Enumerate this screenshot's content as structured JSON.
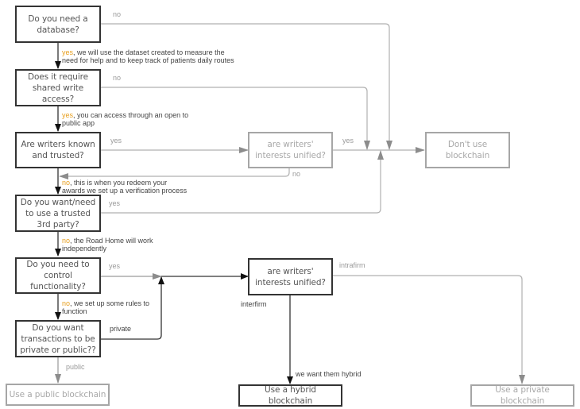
{
  "diagram": {
    "title": "Blockchain decision flowchart",
    "colors": {
      "dark_stroke": "#333333",
      "light_stroke": "#a6a6a6",
      "highlight": "#e8a020"
    },
    "nodes": {
      "need_database": "Do you need a database?",
      "shared_write": "Does it require shared write access?",
      "writers_known": "Are writers known and trusted?",
      "interests_unified_top": "are writers' interests unified?",
      "dont_use": "Don't use blockchain",
      "trusted_third": "Do you want/need to use a trusted 3rd party?",
      "control_func": "Do you need to control functionality?",
      "interests_unified_mid": "are writers' interests unified?",
      "private_public": "Do you want transactions to be private or public??",
      "public_bc": "Use a public blockchain",
      "hybrid_bc": "Use a hybrid blockchain",
      "private_bc": "Use a private blockchain"
    },
    "edge_labels": {
      "db_no": "no",
      "db_yes_kw": "yes",
      "db_yes_rest1": ", we will use the dataset created to measure the",
      "db_yes_rest2": "need for help and to keep track of patients daily routes",
      "sw_no": "no",
      "sw_yes_kw": "yes",
      "sw_yes_rest1": ", you can access through an open to",
      "sw_yes_rest2": "public app",
      "wk_yes": "yes",
      "iu_yes": "yes",
      "iu_no": "no",
      "wk_no_kw": "no",
      "wk_no_rest1": ", this is when you redeem your",
      "wk_no_rest2": "awards we set up a verification process",
      "tt_yes": "yes",
      "tt_no_kw": "no",
      "tt_no_rest1": ", the Road Home will work",
      "tt_no_rest2": "independently",
      "cf_yes": "yes",
      "cf_no_kw": "no",
      "cf_no_rest1": ", we set up some rules to",
      "cf_no_rest2": "function",
      "pp_private": "private",
      "pp_public": "public",
      "ium_intrafirm": "intrafirm",
      "ium_interfirm": "interfirm",
      "ium_hybrid": "we want them hybrid"
    }
  }
}
